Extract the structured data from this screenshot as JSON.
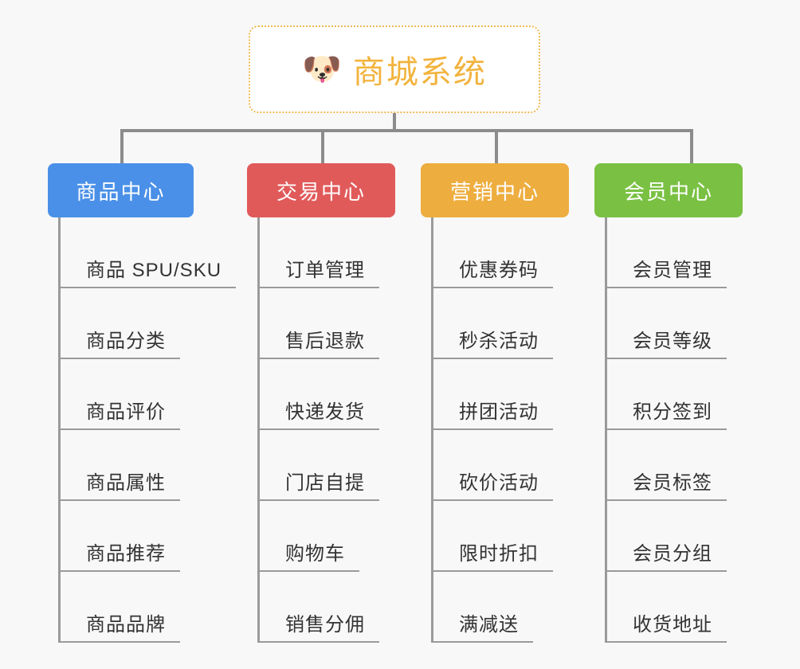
{
  "background_color": "#f8f8f8",
  "root": {
    "icon": "dog-face-emoji",
    "emoji": "🐶",
    "title": "商城系统",
    "title_color": "#f2b33d",
    "border_color": "#f0b952",
    "background_color": "#ffffff"
  },
  "connector_color": "#8c8c8c",
  "branches": [
    {
      "label": "商品中心",
      "color": "#4a90e8",
      "items": [
        "商品 SPU/SKU",
        "商品分类",
        "商品评价",
        "商品属性",
        "商品推荐",
        "商品品牌"
      ]
    },
    {
      "label": "交易中心",
      "color": "#e15a5a",
      "items": [
        "订单管理",
        "售后退款",
        "快递发货",
        "门店自提",
        "购物车",
        "销售分佣"
      ]
    },
    {
      "label": "营销中心",
      "color": "#eead3f",
      "items": [
        "优惠券码",
        "秒杀活动",
        "拼团活动",
        "砍价活动",
        "限时折扣",
        "满减送"
      ]
    },
    {
      "label": "会员中心",
      "color": "#7ac143",
      "items": [
        "会员管理",
        "会员等级",
        "积分签到",
        "会员标签",
        "会员分组",
        "收货地址"
      ]
    }
  ]
}
